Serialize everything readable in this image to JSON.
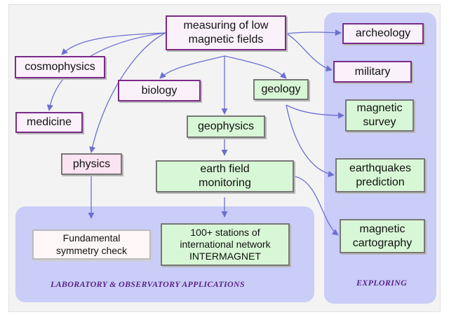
{
  "nodes": {
    "root": "measuring of low\nmagnetic fields",
    "cosmophysics": "cosmophysics",
    "medicine": "medicine",
    "physics": "physics",
    "biology": "biology",
    "geology": "geology",
    "geophysics": "geophysics",
    "earth_field": "earth field\nmonitoring",
    "archeology": "archeology",
    "military": "military",
    "magnetic_survey": "magnetic\nsurvey",
    "earthquakes": "earthquakes\nprediction",
    "magnetic_cartography": "magnetic\ncartography",
    "fundamental": "Fundamental\nsymmetry check",
    "stations": "100+ stations of\ninternational network\nINTERMAGNET"
  },
  "captions": {
    "lab": "LABORATORY & OBSERVATORY APPLICATIONS",
    "exploring": "EXPLORING"
  },
  "colors": {
    "panel": "#c9cdf7",
    "arrow": "#6b6fd0",
    "magenta_border": "#7a2c86",
    "green_fill": "#d8f7d6",
    "pink_fill": "#fbe3f1",
    "caption_text": "#5b1f8a"
  }
}
